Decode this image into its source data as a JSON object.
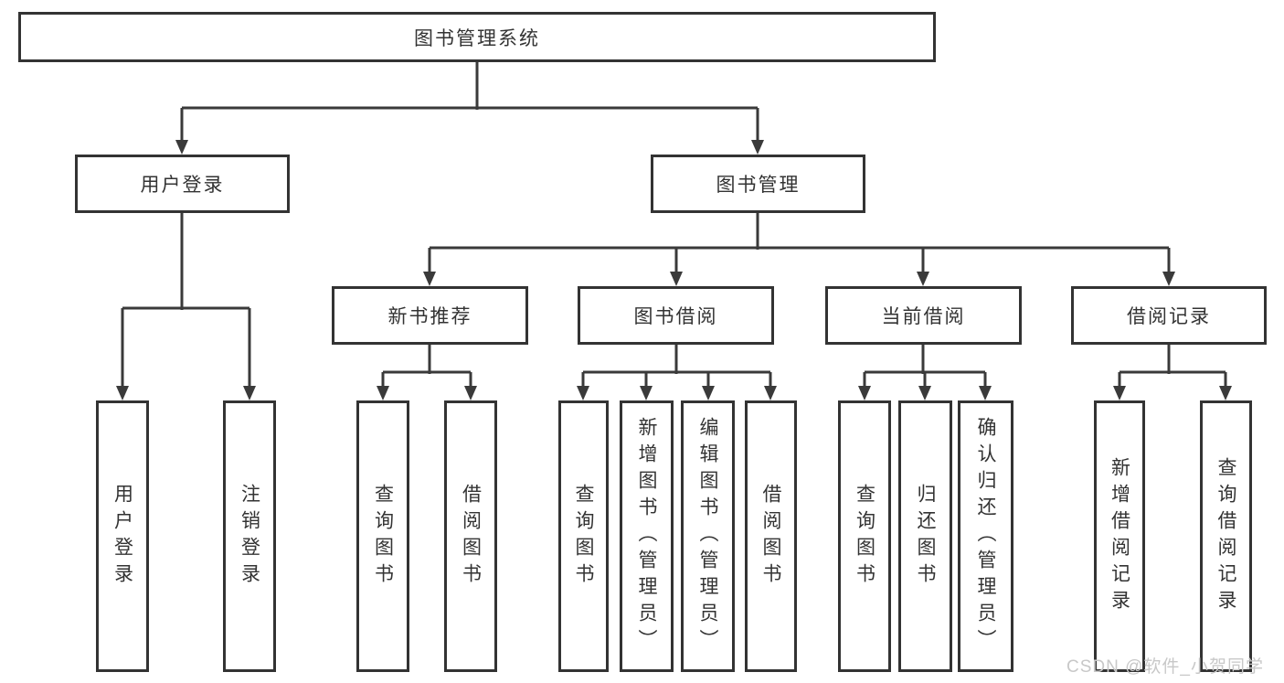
{
  "colors": {
    "background": "#ffffff",
    "box_border": "#333333",
    "box_fill": "#ffffff",
    "line": "#3a3a3a",
    "text": "#333333",
    "watermark": "#c8c8c8"
  },
  "watermark": "CSDN @软件_小贺同学",
  "nodes": {
    "root": "图书管理系统",
    "user_login": "用户登录",
    "book_mgmt": "图书管理",
    "new_book_rec": "新书推荐",
    "book_borrow": "图书借阅",
    "current_borrow": "当前借阅",
    "borrow_records": "借阅记录",
    "leaf_user_login": "用户登录",
    "leaf_logout": "注销登录",
    "leaf_query_books_rec": "查询图书",
    "leaf_borrow_books_rec": "借阅图书",
    "leaf_query_books_borrow": "查询图书",
    "leaf_add_books": "新增图书（管理员）",
    "leaf_edit_books": "编辑图书（管理员）",
    "leaf_borrow_books_borrow": "借阅图书",
    "leaf_query_books_current": "查询图书",
    "leaf_return_books": "归还图书",
    "leaf_confirm_return": "确认归还（管理员）",
    "leaf_add_borrow_record": "新增借阅记录",
    "leaf_query_borrow_record": "查询借阅记录"
  },
  "hierarchy": {
    "图书管理系统": {
      "用户登录": [
        "用户登录",
        "注销登录"
      ],
      "图书管理": {
        "新书推荐": [
          "查询图书",
          "借阅图书"
        ],
        "图书借阅": [
          "查询图书",
          "新增图书（管理员）",
          "编辑图书（管理员）",
          "借阅图书"
        ],
        "当前借阅": [
          "查询图书",
          "归还图书",
          "确认归还（管理员）"
        ],
        "借阅记录": [
          "新增借阅记录",
          "查询借阅记录"
        ]
      }
    }
  }
}
